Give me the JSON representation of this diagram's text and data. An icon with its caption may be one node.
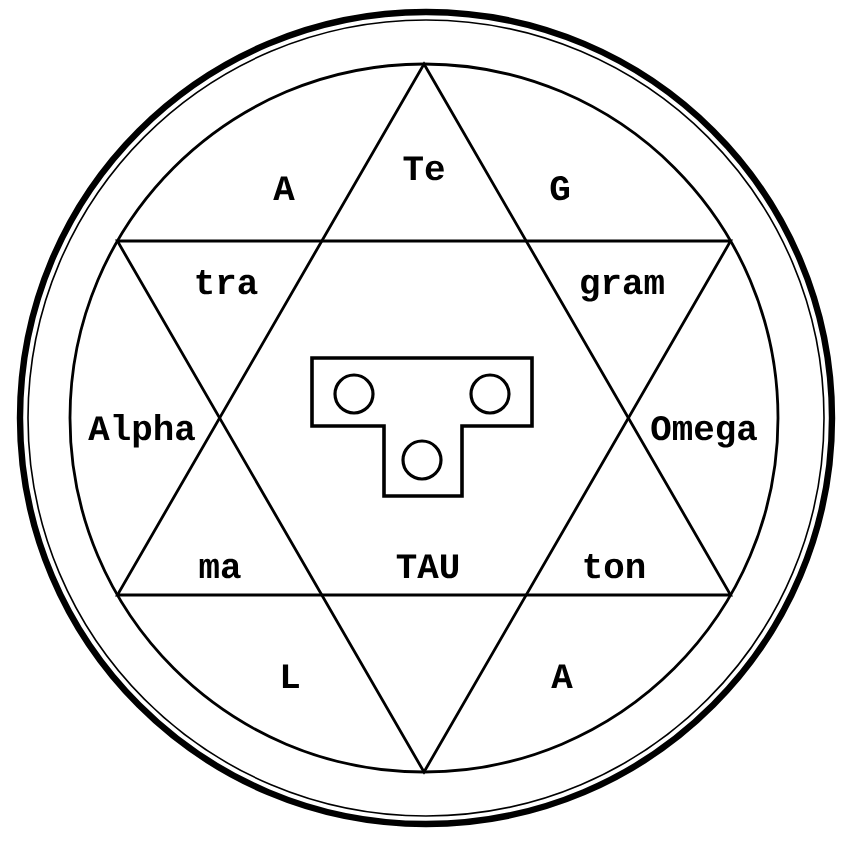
{
  "diagram": {
    "labels": [
      "A",
      "Te",
      "G",
      "tra",
      "gram",
      "Alpha",
      "Omega",
      "ma",
      "TAU",
      "ton",
      "L",
      "A"
    ]
  }
}
